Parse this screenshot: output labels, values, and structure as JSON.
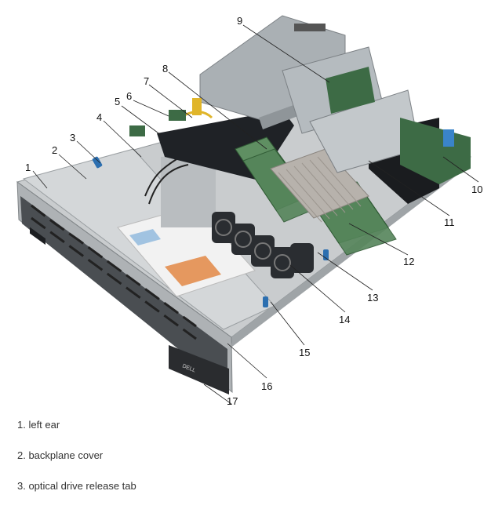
{
  "callouts": [
    "1",
    "2",
    "3",
    "4",
    "5",
    "6",
    "7",
    "8",
    "9",
    "10",
    "11",
    "12",
    "13",
    "14",
    "15",
    "16",
    "17"
  ],
  "legend": {
    "items": [
      "1.  left ear",
      "2.  backplane cover",
      "3.  optical drive release tab"
    ]
  },
  "colors": {
    "chassis": "#c9ccce",
    "chassis_dark": "#8e9396",
    "heatsink": "#b7b2ac",
    "dimm": "#5f8f62",
    "fan": "#2a2d31",
    "shroud": "#1f2226",
    "bezel": "#3a3d40",
    "blue_accent": "#2c6fb0",
    "yellow_cable": "#e0b52a",
    "pcb": "#3d6b45"
  }
}
